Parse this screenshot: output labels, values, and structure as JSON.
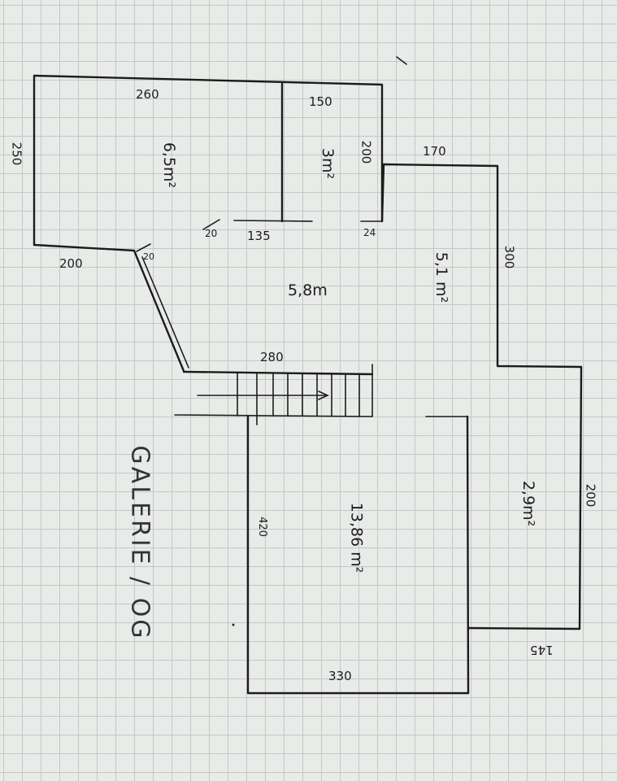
{
  "title": "GALERIE / OG",
  "dimensions": {
    "d260": "260",
    "d150": "150",
    "d250": "250",
    "d200_small": "200",
    "d170": "170",
    "d20": "20",
    "d135": "135",
    "d24": "24",
    "d200_left": "200",
    "d20_stair": "20",
    "d300": "300",
    "d280": "280",
    "d420": "420",
    "d200_right": "200",
    "d145": "145",
    "d330": "330"
  },
  "areas": {
    "room1": "6,5m²",
    "room2": "3m²",
    "hall": "5,8m",
    "room3": "5,1 m²",
    "room4": "2,9m²",
    "room5": "13,86 m²"
  }
}
